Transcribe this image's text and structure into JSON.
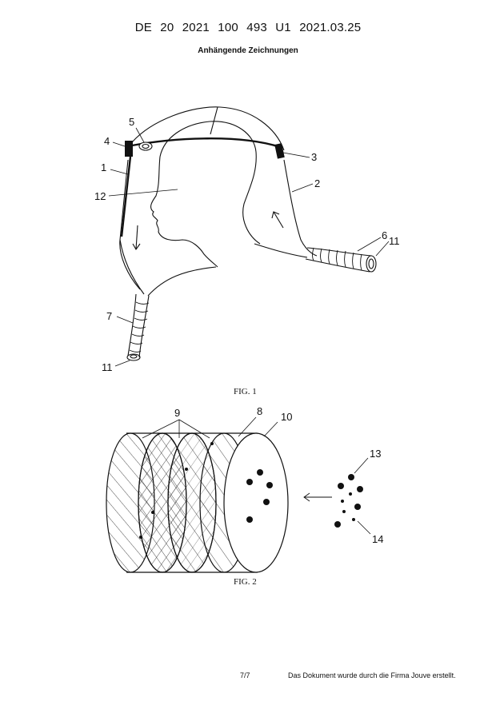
{
  "header": {
    "patent_number": "DE 20 2021 100 493 U1",
    "date": "2021.03.25",
    "subtitle": "Anhängende Zeichnungen"
  },
  "figures": [
    {
      "caption": "FIG. 1",
      "labels": [
        "5",
        "4",
        "3",
        "1",
        "2",
        "12",
        "6",
        "11",
        "7",
        "11"
      ]
    },
    {
      "caption": "FIG. 2",
      "labels": [
        "9",
        "8",
        "10",
        "13",
        "14"
      ]
    }
  ],
  "footer": {
    "page": "7/7",
    "note": "Das Dokument wurde durch die Firma Jouve erstellt."
  }
}
